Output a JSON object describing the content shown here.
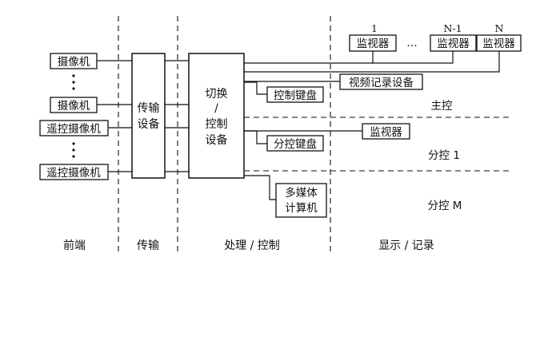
{
  "front_devices": [
    "摄像机",
    "摄像机",
    "遥控摄像机",
    "遥控摄像机"
  ],
  "transmission_box": [
    "传输",
    "设备"
  ],
  "switch_box": [
    "切换",
    "/",
    "控制",
    "设备"
  ],
  "keyboards": {
    "main": "控制键盘",
    "sub": "分控键盘"
  },
  "multimedia_box": [
    "多媒体",
    "计算机"
  ],
  "monitors": {
    "label": "监视器",
    "numbers": [
      "1",
      "N-1",
      "N"
    ]
  },
  "ellipsis": "…",
  "video_recorder": "视频记录设备",
  "sub_monitor": "监视器",
  "region_labels": {
    "main": "主控",
    "sub1": "分控 1",
    "subM": "分控 M"
  },
  "columns": [
    "前端",
    "传输",
    "处理 / 控制",
    "显示 / 记录"
  ]
}
